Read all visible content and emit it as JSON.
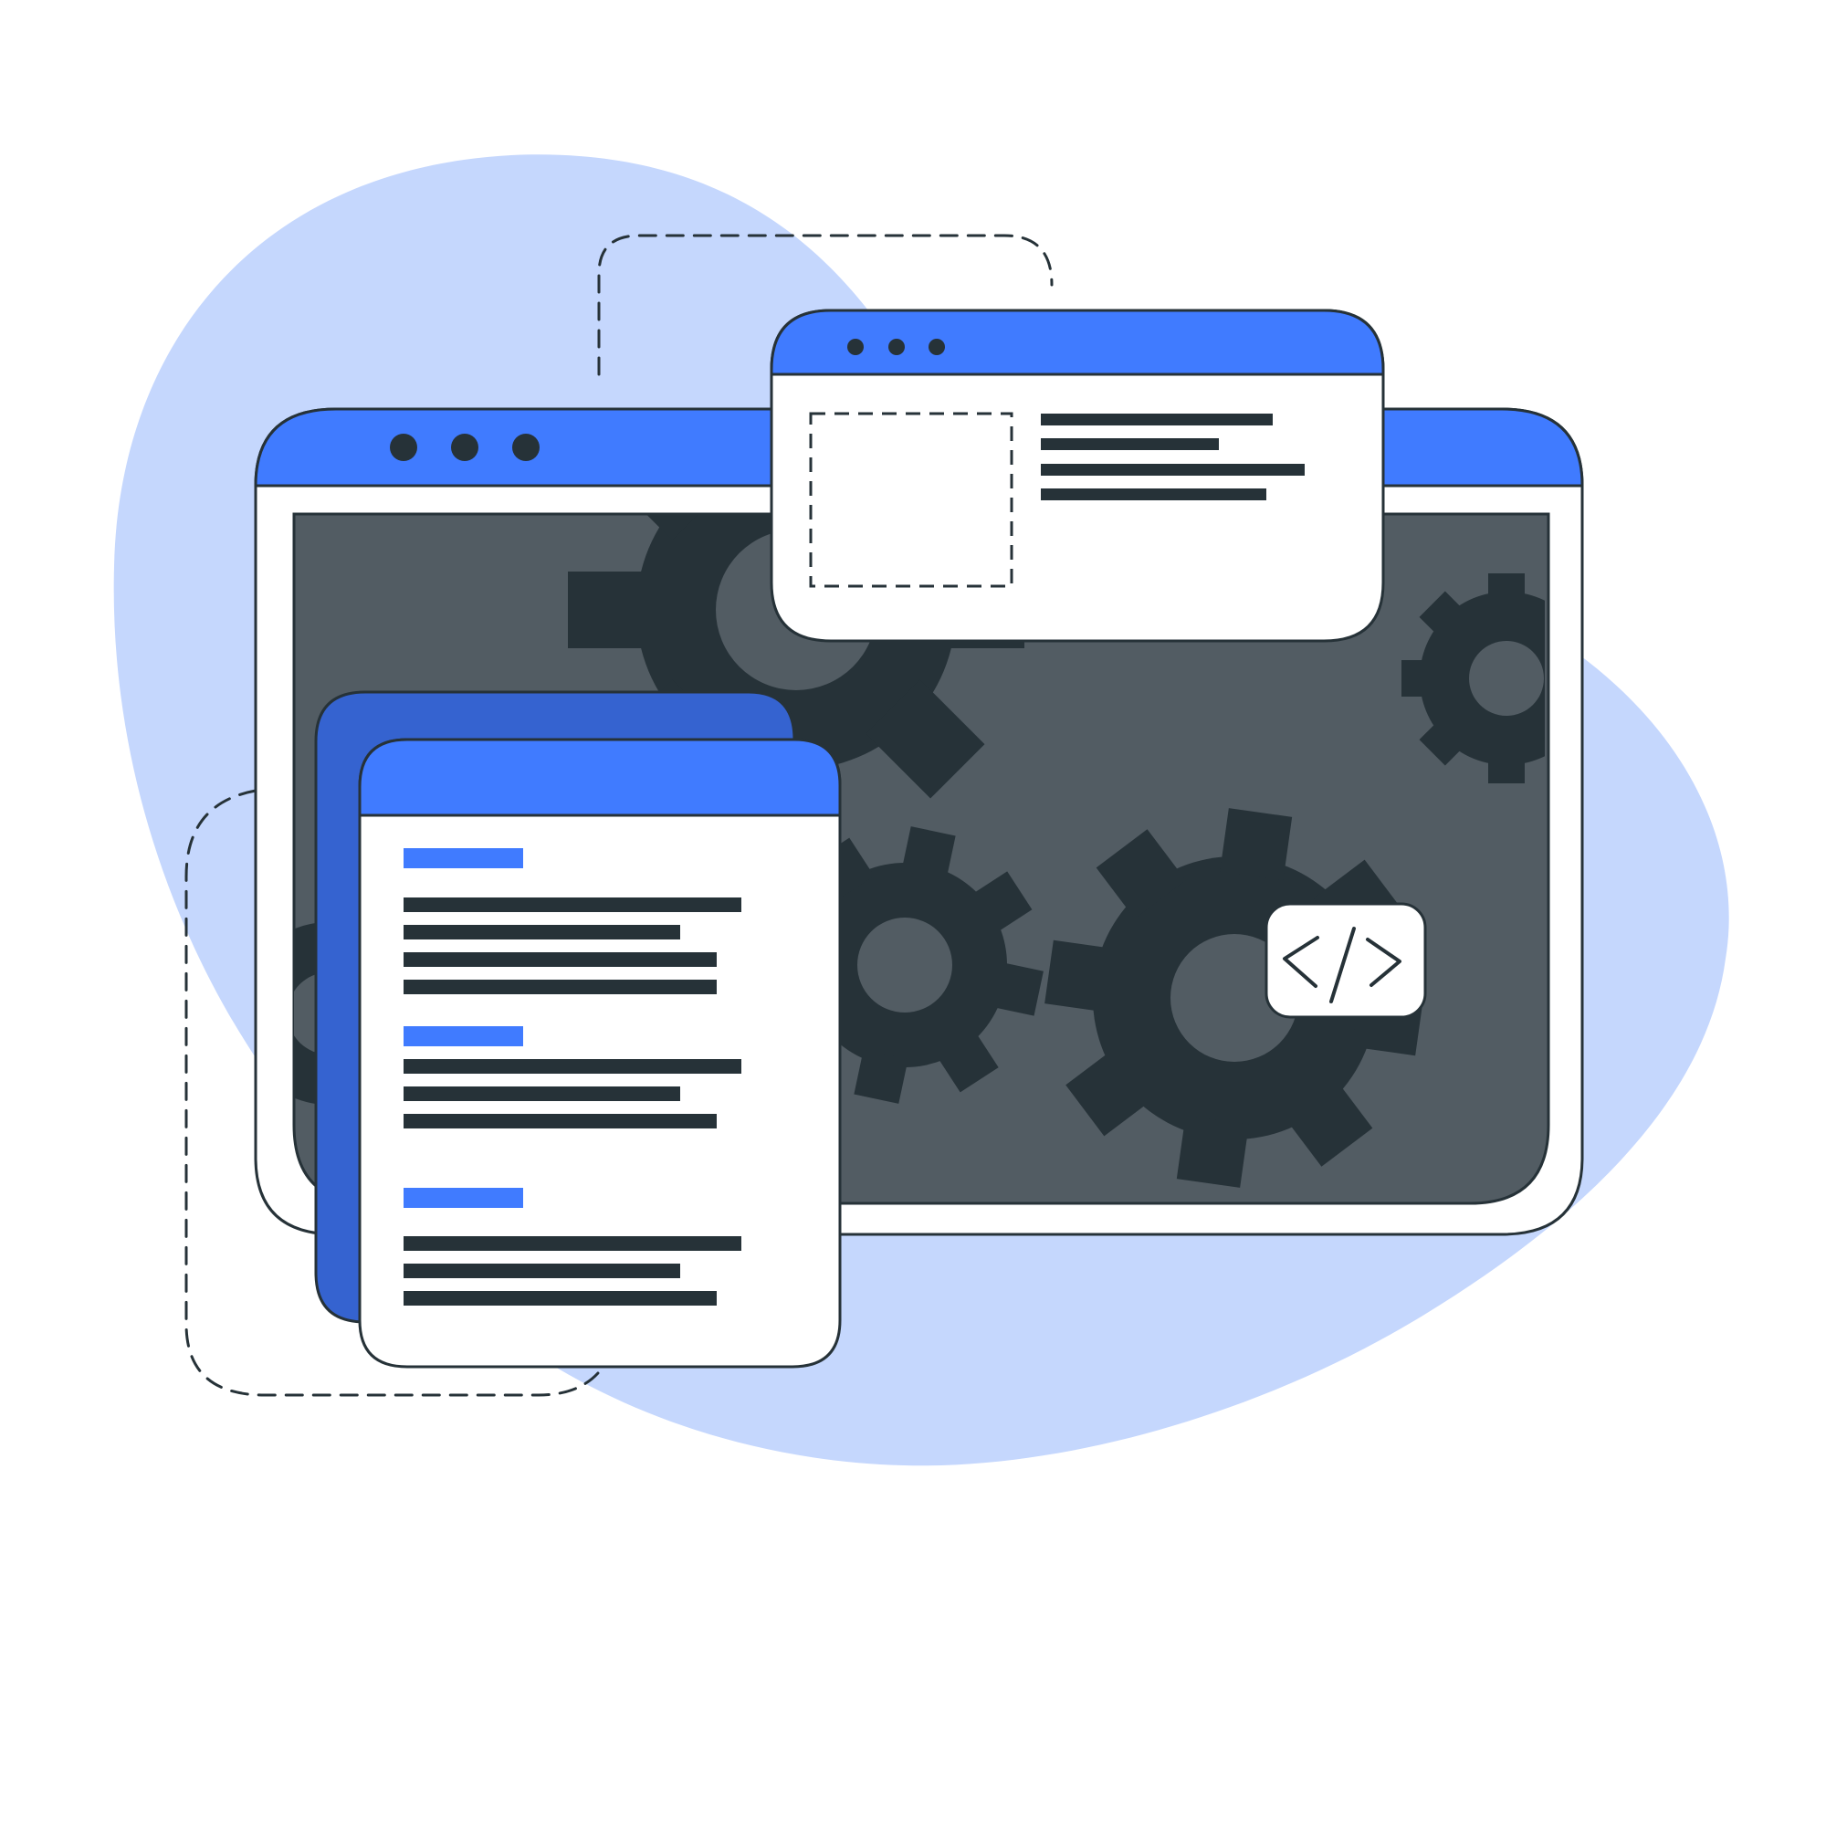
{
  "colors": {
    "background": "#ffffff",
    "blob": "#c5d7fd",
    "accent_blue": "#407bff",
    "dark_blue": "#3563d0",
    "outline": "#263238",
    "screen": "#525c63",
    "gear": "#263238",
    "text_line": "#263238"
  },
  "main_window": {
    "dots": [
      "dot-1",
      "dot-2",
      "dot-3"
    ]
  },
  "popup_window": {
    "dots": [
      "dot-1",
      "dot-2",
      "dot-3"
    ]
  },
  "code_badge": {
    "symbol": "</>",
    "icon": "code-icon"
  },
  "icons": [
    "gear-icon",
    "code-icon",
    "document-icon",
    "image-placeholder-icon"
  ]
}
